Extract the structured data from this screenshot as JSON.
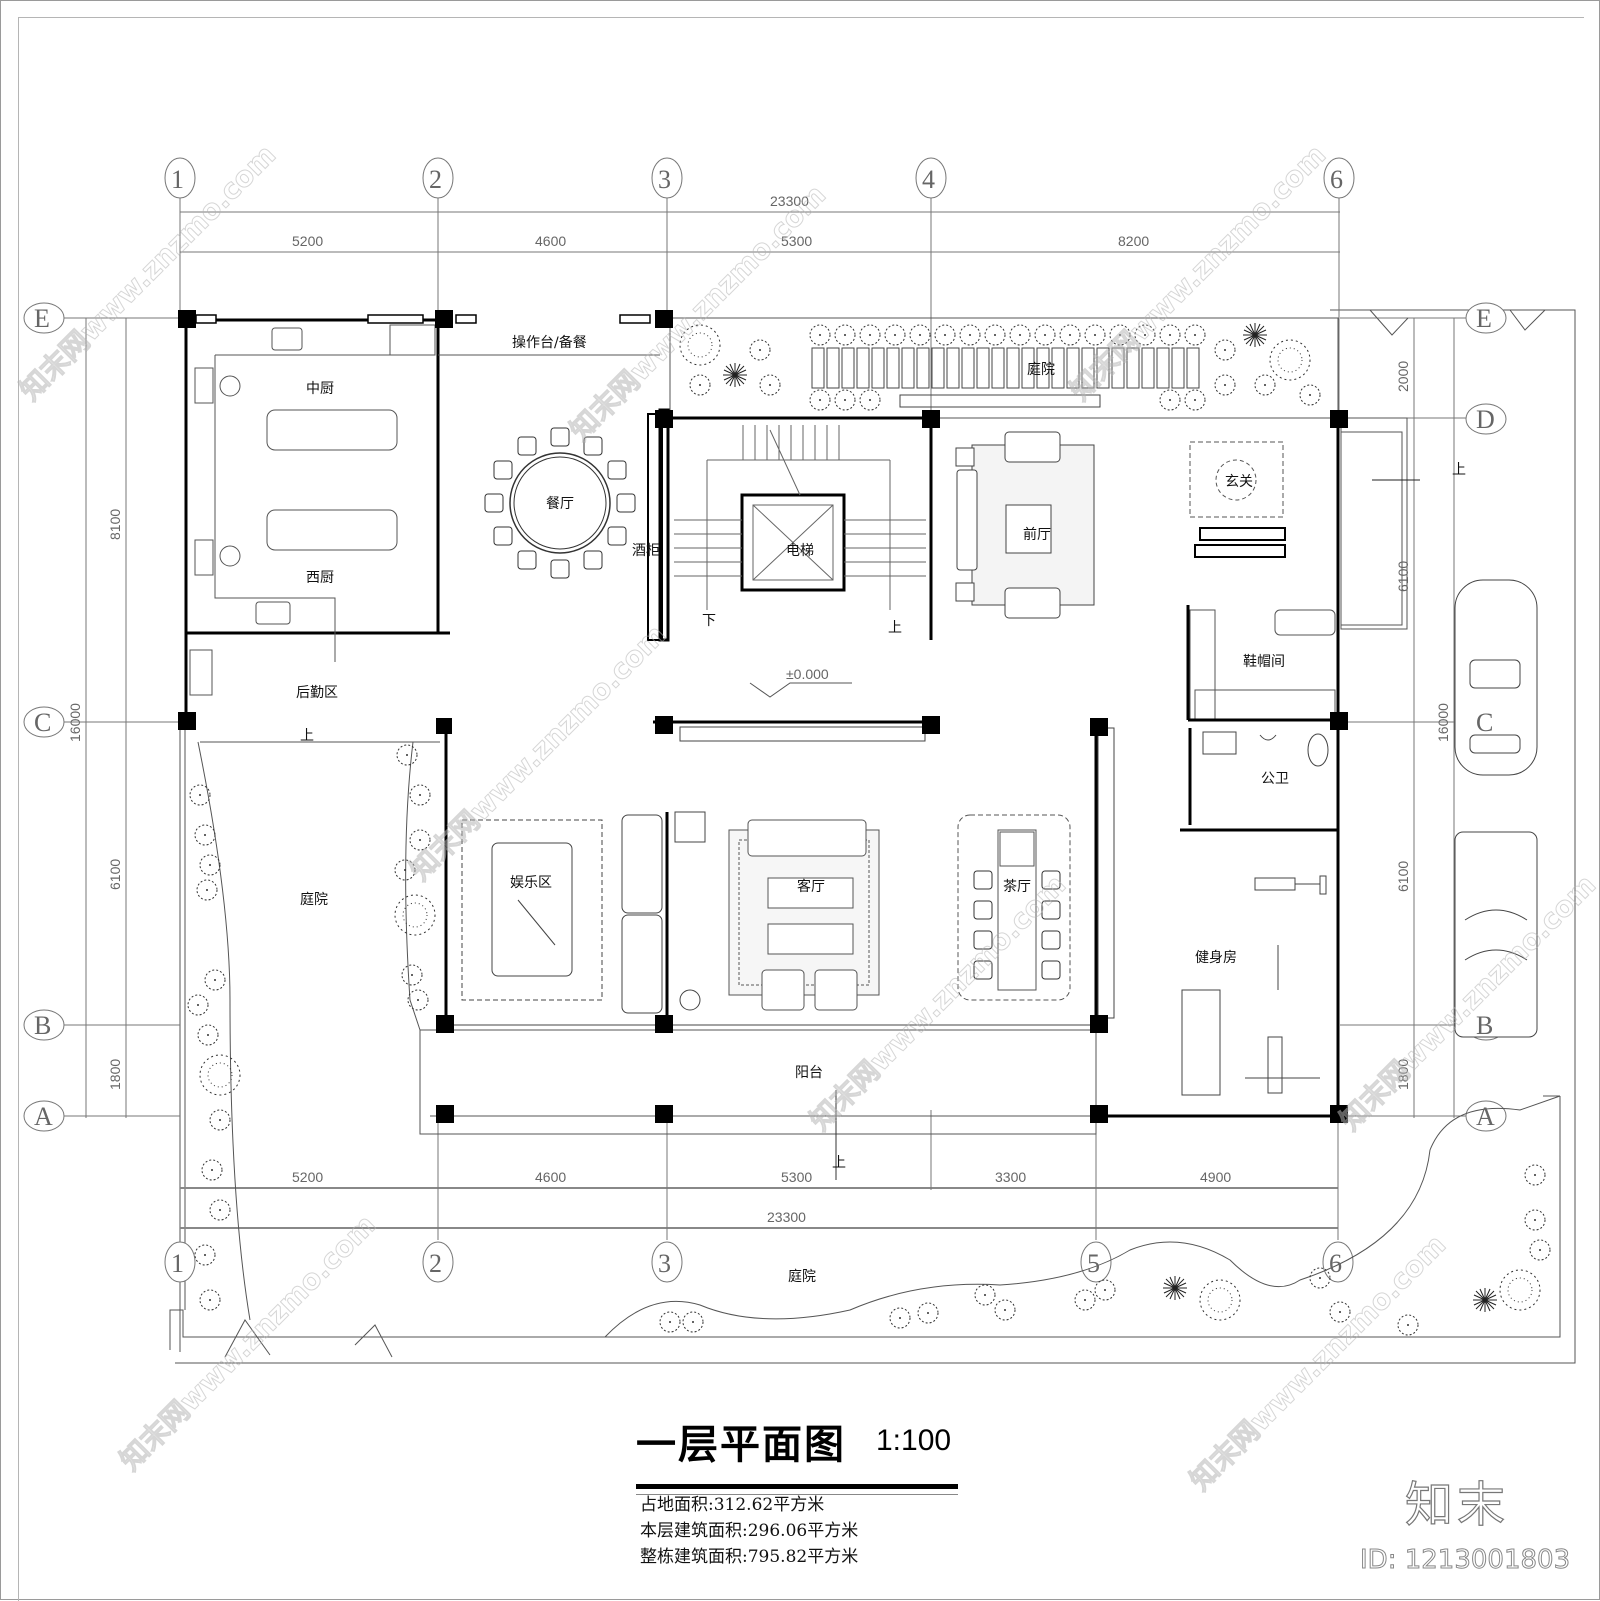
{
  "drawing": {
    "title": "一层平面图",
    "scale": "1:100",
    "stats": [
      "占地面积:312.62平方米",
      "本层建筑面积:296.06平方米",
      "整栋建筑面积:795.82平方米"
    ],
    "brand": "知末",
    "id_label": "ID: 1213001803",
    "watermark": "知末网www.znzmo.com",
    "elevation_mark": "±0.000"
  },
  "axes": {
    "top": [
      "1",
      "2",
      "3",
      "4",
      "6"
    ],
    "bottom": [
      "1",
      "2",
      "3",
      "5",
      "6"
    ],
    "left": [
      "E",
      "C",
      "B",
      "A"
    ],
    "right": [
      "E",
      "D",
      "C",
      "B",
      "A"
    ]
  },
  "dimensions": {
    "top_total": "23300",
    "top_segments": [
      "5200",
      "4600",
      "5300",
      "8200"
    ],
    "bottom_segments": [
      "5200",
      "4600",
      "5300",
      "3300",
      "4900"
    ],
    "bottom_total": "23300",
    "left_total": "16000",
    "left_segments": [
      "8100",
      "6100",
      "1800"
    ],
    "right_total": "16000",
    "right_segments": [
      "2000",
      "6100",
      "6100",
      "1800"
    ]
  },
  "rooms": {
    "middle_kitchen": "中厨",
    "western_kitchen": "西厨",
    "prep_counter": "操作台/备餐",
    "dining": "餐厅",
    "wine_cabinet": "酒柜",
    "elevator": "电梯",
    "stair_down": "下",
    "stair_up": "上",
    "courtyard_north": "庭院",
    "front_hall": "前厅",
    "foyer": "玄关",
    "cloakroom": "鞋帽间",
    "service_area": "后勤区",
    "courtyard_west": "庭院",
    "entertainment": "娱乐区",
    "living_room": "客厅",
    "tea_room": "茶厅",
    "public_wc": "公卫",
    "gym": "健身房",
    "balcony": "阳台",
    "courtyard_south": "庭院",
    "up_mark": "上"
  }
}
